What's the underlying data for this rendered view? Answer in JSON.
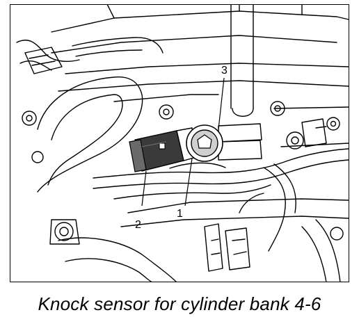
{
  "caption": "Knock sensor for cylinder bank 4-6",
  "callouts": [
    {
      "id": "1",
      "label": "1"
    },
    {
      "id": "2",
      "label": "2"
    },
    {
      "id": "3",
      "label": "3"
    }
  ],
  "colors": {
    "line": "#000000",
    "background": "#ffffff",
    "sensor_body": "#3a3a3a",
    "sensor_highlight": "#6a6a6a"
  }
}
